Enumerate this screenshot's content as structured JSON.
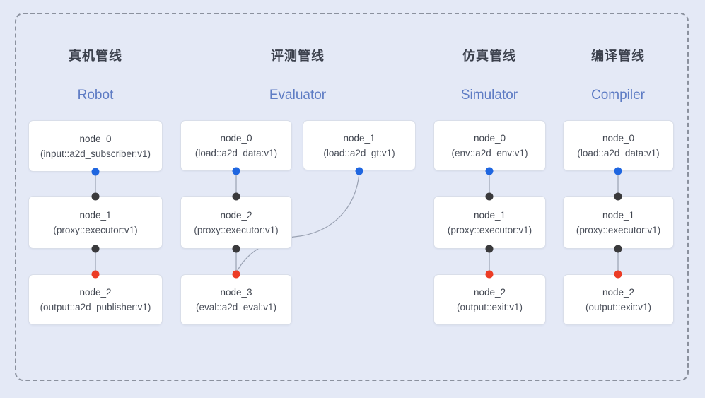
{
  "diagram_title": "pipeline-overview",
  "colors": {
    "background": "#e4e9f6",
    "frame_dash": "#8b919e",
    "node_background": "#ffffff",
    "node_border": "#d9dee9",
    "title_zh": "#3b404c",
    "title_en": "#5e7cc4",
    "edge": "#99a1b2",
    "output_port_dot": "#1f66e0",
    "intermediate_port_dot": "#3a3a3c",
    "final_input_port_dot": "#ec3c25"
  },
  "pipelines": [
    {
      "title_zh": "真机管线",
      "title_en": "Robot",
      "nodes": [
        {
          "name": "node_0",
          "type": "(input::a2d_subscriber:v1)"
        },
        {
          "name": "node_1",
          "type": "(proxy::executor:v1)"
        },
        {
          "name": "node_2",
          "type": "(output::a2d_publisher:v1)"
        }
      ],
      "edges": [
        {
          "from": "node_0",
          "to": "node_1"
        },
        {
          "from": "node_1",
          "to": "node_2"
        }
      ]
    },
    {
      "title_zh": "评测管线",
      "title_en": "Evaluator",
      "nodes": [
        {
          "name": "node_0",
          "type": "(load::a2d_data:v1)"
        },
        {
          "name": "node_1",
          "type": "(load::a2d_gt:v1)"
        },
        {
          "name": "node_2",
          "type": "(proxy::executor:v1)"
        },
        {
          "name": "node_3",
          "type": "(eval::a2d_eval:v1)"
        }
      ],
      "edges": [
        {
          "from": "node_0",
          "to": "node_2"
        },
        {
          "from": "node_1",
          "to": "node_3"
        },
        {
          "from": "node_2",
          "to": "node_3"
        }
      ]
    },
    {
      "title_zh": "仿真管线",
      "title_en": "Simulator",
      "nodes": [
        {
          "name": "node_0",
          "type": "(env::a2d_env:v1)"
        },
        {
          "name": "node_1",
          "type": "(proxy::executor:v1)"
        },
        {
          "name": "node_2",
          "type": "(output::exit:v1)"
        }
      ],
      "edges": [
        {
          "from": "node_0",
          "to": "node_1"
        },
        {
          "from": "node_1",
          "to": "node_2"
        }
      ]
    },
    {
      "title_zh": "编译管线",
      "title_en": "Compiler",
      "nodes": [
        {
          "name": "node_0",
          "type": "(load::a2d_data:v1)"
        },
        {
          "name": "node_1",
          "type": "(proxy::executor:v1)"
        },
        {
          "name": "node_2",
          "type": "(output::exit:v1)"
        }
      ],
      "edges": [
        {
          "from": "node_0",
          "to": "node_1"
        },
        {
          "from": "node_1",
          "to": "node_2"
        }
      ]
    }
  ]
}
